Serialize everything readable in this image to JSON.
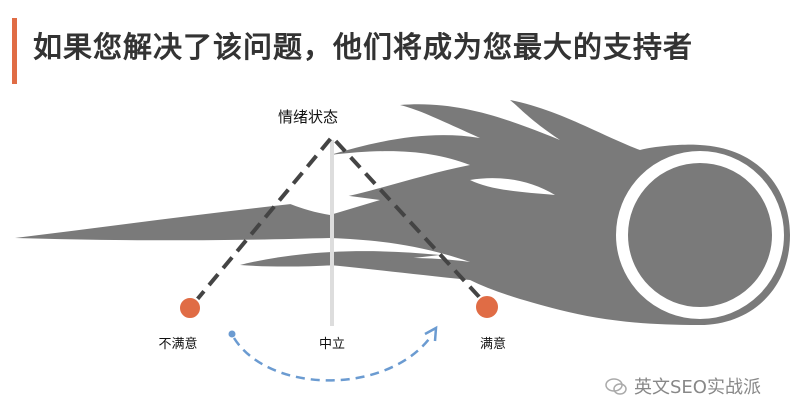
{
  "title": "如果您解决了该问题，他们将成为您最大的支持者",
  "axis_label": "情绪状态",
  "states": [
    {
      "label": "不满意"
    },
    {
      "label": "中立"
    },
    {
      "label": "满意"
    }
  ],
  "watermark": "英文SEO实战派",
  "colors": {
    "accent": "#e06c45",
    "flame": "#7a7a7a",
    "arrow": "#6b9bd1",
    "dash": "#444444"
  }
}
